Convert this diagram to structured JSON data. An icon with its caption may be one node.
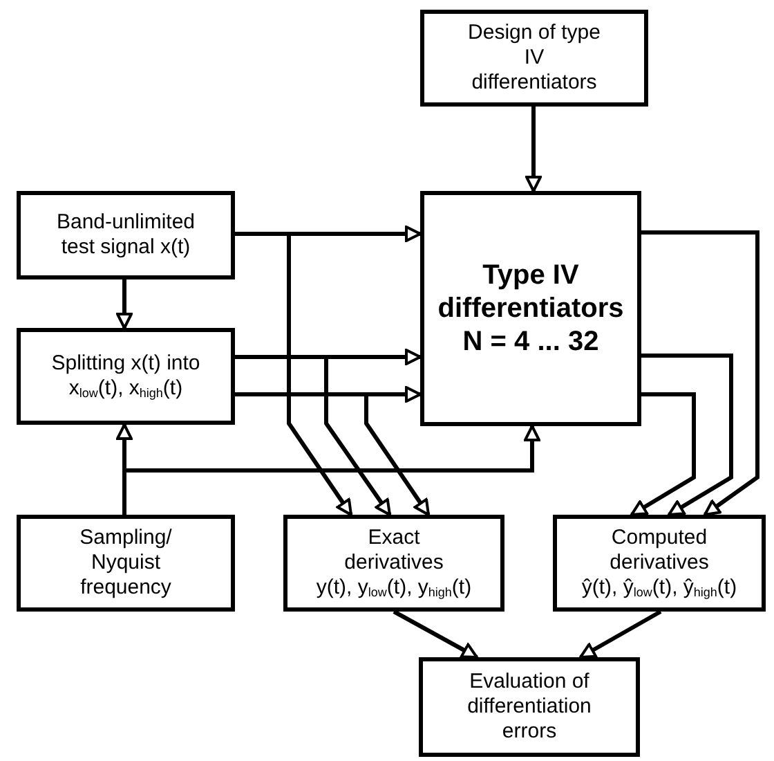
{
  "diagram": {
    "nodes": [
      {
        "text": [
          "Design of type IV differentiators"
        ]
      },
      {
        "text": [
          "Band-unlimited test signal x(t)"
        ]
      },
      {
        "text": [
          "Type IV differentiators",
          "N = 4 ... 32"
        ]
      },
      {
        "text": [
          "Splitting x(t) into",
          "x$_{low}$(t), x$_{high}$(t)"
        ]
      },
      {
        "text": [
          "Sampling/ Nyquist frequency"
        ]
      },
      {
        "text": [
          "Exact derivatives",
          "y(t), y$_{low}$(t), y$_{high}$(t)"
        ]
      },
      {
        "text": [
          "Computed derivatives",
          "ŷ(t), ŷ$_{low}$(t), ŷ$_{high}$(t)"
        ]
      },
      {
        "text": [
          "Evaluation of differentiation errors"
        ]
      }
    ],
    "edges": [
      {
        "from": 0,
        "to": 2,
        "arrow": "to"
      },
      {
        "from": 1,
        "to": 2,
        "arrow": "to"
      },
      {
        "from": 1,
        "to": 3,
        "arrow": "to"
      },
      {
        "from": 3,
        "to": 2,
        "arrow": "to"
      },
      {
        "from": 3,
        "to": 2,
        "arrow": "to"
      },
      {
        "from": 4,
        "to": 3,
        "arrow": "to"
      },
      {
        "from": 4,
        "to": 2,
        "arrow": "to"
      },
      {
        "from": 1,
        "to": 5,
        "arrow": "to"
      },
      {
        "from": 3,
        "to": 5,
        "arrow": "to"
      },
      {
        "from": 3,
        "to": 5,
        "arrow": "to"
      },
      {
        "from": 2,
        "to": 6,
        "arrow": "to"
      },
      {
        "from": 2,
        "to": 6,
        "arrow": "to"
      },
      {
        "from": 2,
        "to": 6,
        "arrow": "to"
      },
      {
        "from": 5,
        "to": 7,
        "arrow": "to"
      },
      {
        "from": 6,
        "to": 7,
        "arrow": "to"
      }
    ]
  }
}
